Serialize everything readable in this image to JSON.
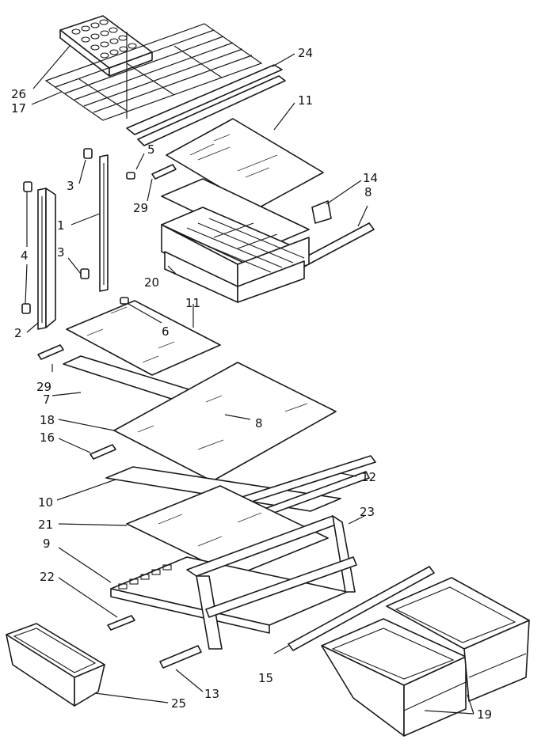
{
  "callouts": [
    {
      "id": "n26",
      "text": "26"
    },
    {
      "id": "n17",
      "text": "17"
    },
    {
      "id": "n24",
      "text": "24"
    },
    {
      "id": "n11a",
      "text": "11"
    },
    {
      "id": "n5",
      "text": "5"
    },
    {
      "id": "n3a",
      "text": "3"
    },
    {
      "id": "n29a",
      "text": "29"
    },
    {
      "id": "n14",
      "text": "14"
    },
    {
      "id": "n8a",
      "text": "8"
    },
    {
      "id": "n1",
      "text": "1"
    },
    {
      "id": "n4",
      "text": "4"
    },
    {
      "id": "n3b",
      "text": "3"
    },
    {
      "id": "n20",
      "text": "20"
    },
    {
      "id": "n11b",
      "text": "11"
    },
    {
      "id": "n6",
      "text": "6"
    },
    {
      "id": "n2",
      "text": "2"
    },
    {
      "id": "n29b",
      "text": "29"
    },
    {
      "id": "n7",
      "text": "7"
    },
    {
      "id": "n8b",
      "text": "8"
    },
    {
      "id": "n18",
      "text": "18"
    },
    {
      "id": "n16",
      "text": "16"
    },
    {
      "id": "n12",
      "text": "12"
    },
    {
      "id": "n10",
      "text": "10"
    },
    {
      "id": "n21",
      "text": "21"
    },
    {
      "id": "n23",
      "text": "23"
    },
    {
      "id": "n9",
      "text": "9"
    },
    {
      "id": "n22",
      "text": "22"
    },
    {
      "id": "n25",
      "text": "25"
    },
    {
      "id": "n13",
      "text": "13"
    },
    {
      "id": "n15",
      "text": "15"
    },
    {
      "id": "n19",
      "text": "19"
    }
  ]
}
